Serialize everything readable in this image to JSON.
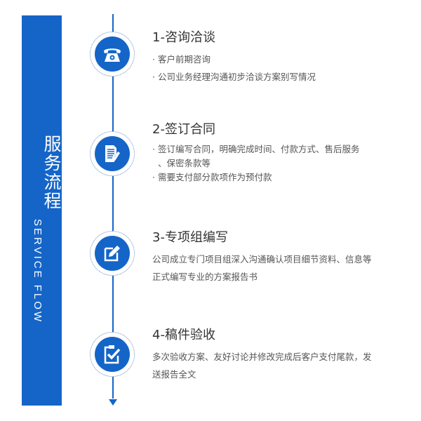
{
  "colors": {
    "blue": "#1565c8"
  },
  "sidebar": {
    "title_cn": "服务流程",
    "title_en": "SERVICE FLOW"
  },
  "steps": [
    {
      "title": "1-咨询洽谈",
      "icon": "telephone-icon",
      "lines": [
        "· 客户前期咨询",
        "· 公司业务经理沟通初步洽谈方案别写情况"
      ]
    },
    {
      "title": "2-签订合同",
      "icon": "document-sign-icon",
      "lines": [
        "· 签订编写合同，明确完成时间、付款方式、售后服务",
        "  、保密条款等",
        "· 需要支付部分款项作为预付款"
      ]
    },
    {
      "title": "3-专项组编写",
      "icon": "edit-icon",
      "lines": [
        "公司成立专门项目组深入沟通确认项目细节资料、信息等",
        "正式编写专业的方案报告书"
      ]
    },
    {
      "title": "4-稿件验收",
      "icon": "clipboard-check-icon",
      "lines": [
        "多次验收方案、友好讨论并修改完成后客户支付尾款，发",
        "送报告全文"
      ]
    }
  ]
}
